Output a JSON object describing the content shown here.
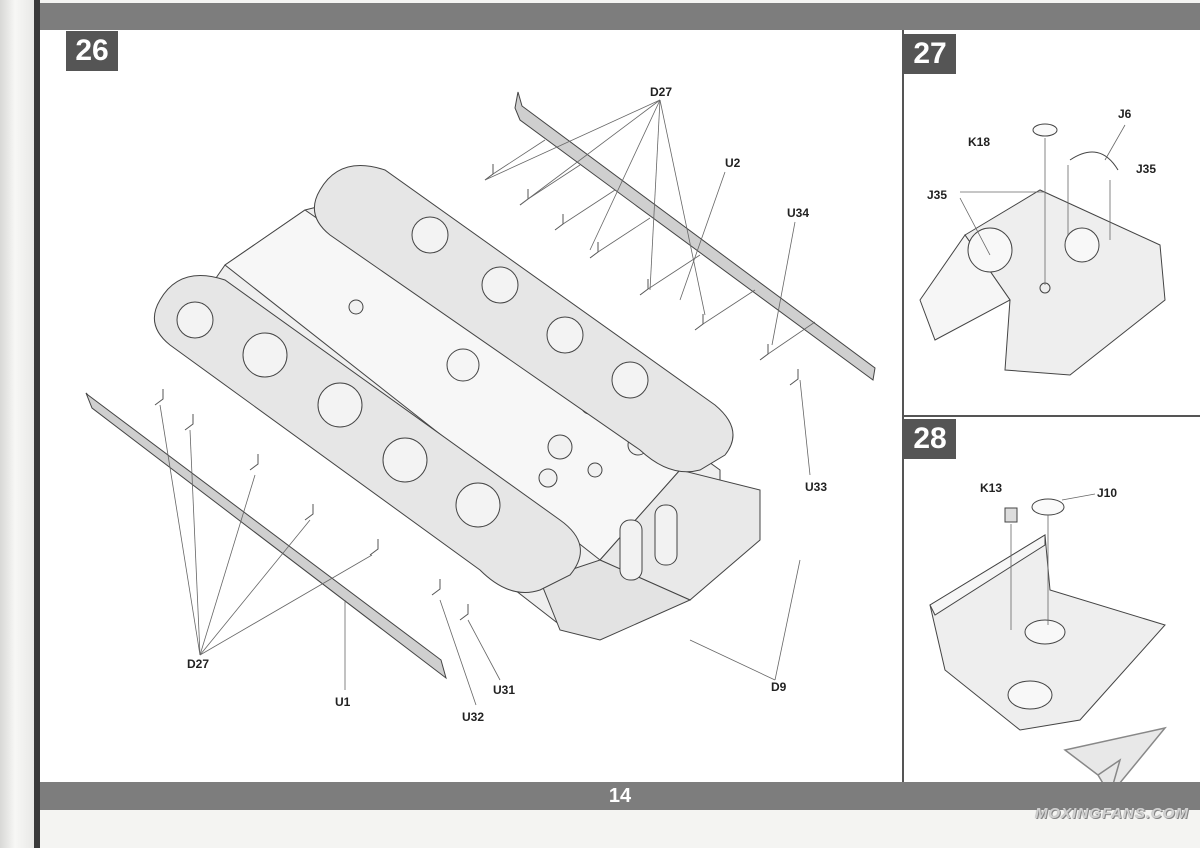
{
  "page_number": "14",
  "steps": [
    {
      "number": "26",
      "callouts": [
        "D27",
        "U2",
        "U34",
        "U33",
        "D9",
        "U31",
        "U32",
        "U1",
        "D27"
      ]
    },
    {
      "number": "27",
      "callouts": [
        "K18",
        "J6",
        "J35",
        "J35"
      ]
    },
    {
      "number": "28",
      "callouts": [
        "K13",
        "J10"
      ]
    }
  ],
  "watermark": "MOXINGFANS.COM",
  "colors": {
    "band": "#7d7d7d",
    "step_badge": "#555555",
    "paper": "#ffffff"
  }
}
